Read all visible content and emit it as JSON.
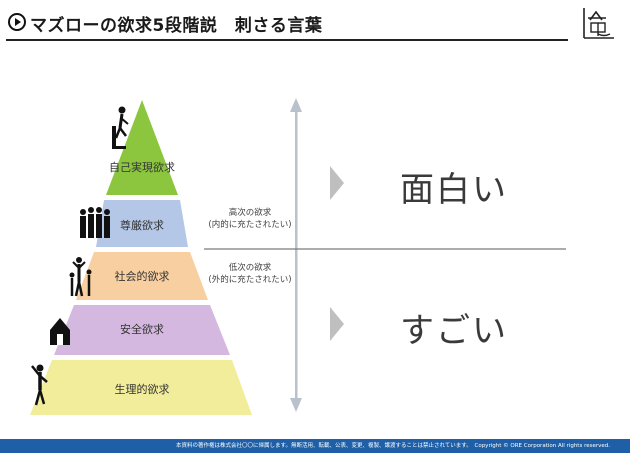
{
  "header": {
    "title": "マズローの欲求5段階説　刺さる言葉"
  },
  "pyramid": {
    "levels": [
      {
        "label": "自己実現欲求",
        "color": "#8cc63f",
        "icon": "climbing-person-icon"
      },
      {
        "label": "尊厳欲求",
        "color": "#b4c7e7",
        "icon": "crowd-icon"
      },
      {
        "label": "社会的欲求",
        "color": "#f8cfa0",
        "icon": "group-people-icon"
      },
      {
        "label": "安全欲求",
        "color": "#d5b8e0",
        "icon": "house-icon"
      },
      {
        "label": "生理的欲求",
        "color": "#f2ed9a",
        "icon": "stretching-person-icon"
      }
    ]
  },
  "side_labels": {
    "upper_line1": "高次の欲求",
    "upper_line2": "(内的に充たされたい)",
    "lower_line1": "低次の欲求",
    "lower_line2": "(外的に充たされたい)"
  },
  "words": {
    "upper": "面白い",
    "lower": "すごい"
  },
  "footer": {
    "text": "本資料の著作権は株式会社〇〇に帰属します。無断活用、転載、公表、変更、複製、譲渡することは禁止されています。　Copyright © ORE Corporation All rights reserved."
  }
}
